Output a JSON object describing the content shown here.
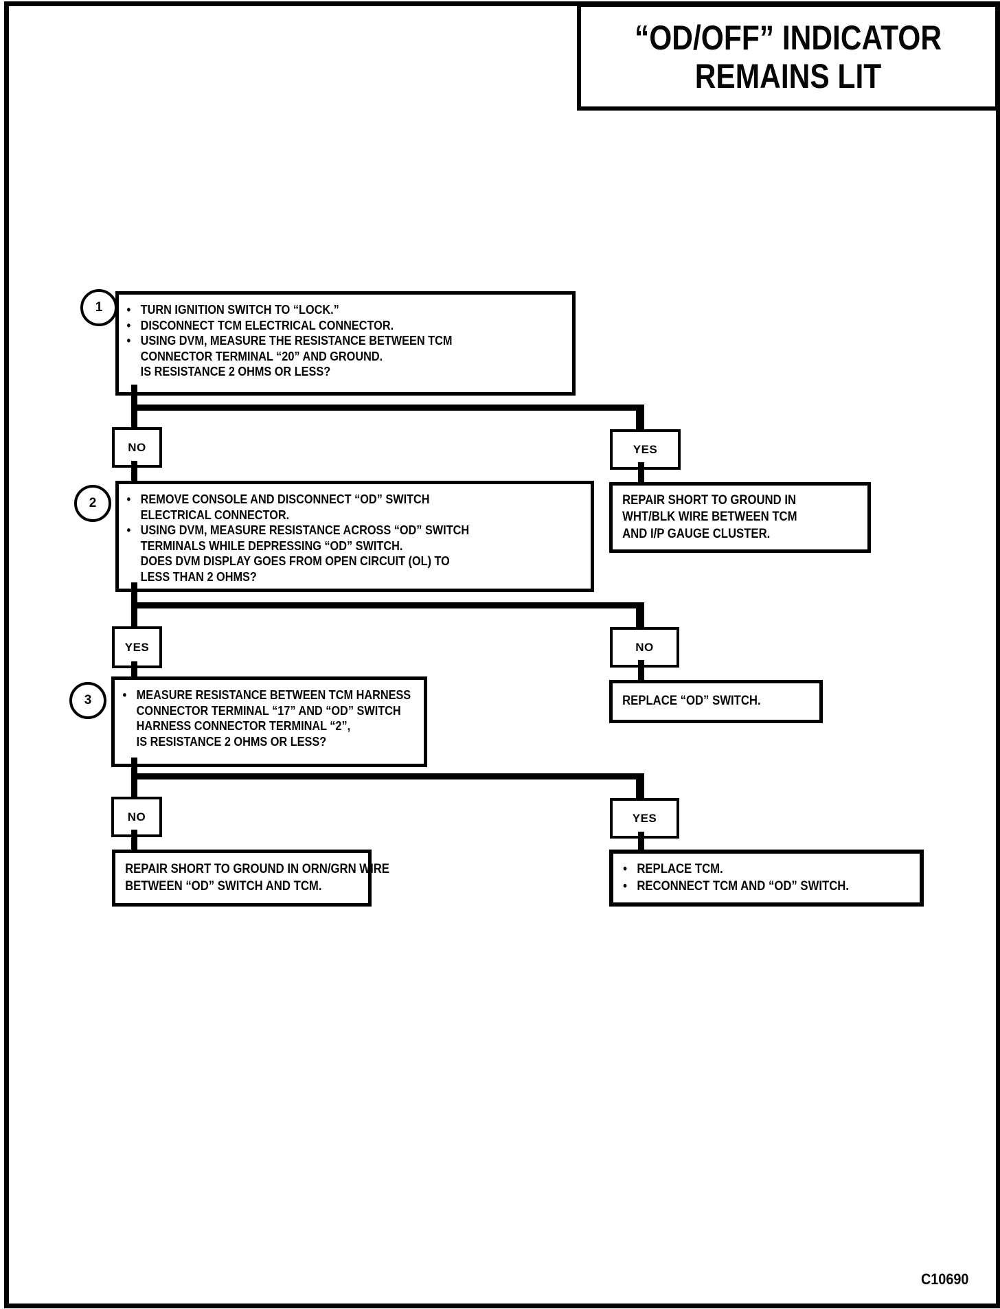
{
  "title": "“OD/OFF” INDICATOR REMAINS LIT",
  "figure_code": "C10690",
  "steps": [
    {
      "number": "1",
      "lines": [
        {
          "marker": "•",
          "text": "TURN IGNITION SWITCH TO “LOCK.”"
        },
        {
          "marker": "•",
          "text": "DISCONNECT TCM ELECTRICAL CONNECTOR."
        },
        {
          "marker": "•",
          "text": "USING DVM, MEASURE THE RESISTANCE BETWEEN TCM"
        },
        {
          "marker": "",
          "text": "CONNECTOR TERMINAL “20” AND GROUND."
        },
        {
          "marker": "",
          "text": "IS RESISTANCE 2 OHMS OR LESS?"
        }
      ]
    },
    {
      "number": "2",
      "lines": [
        {
          "marker": "•",
          "text": "REMOVE CONSOLE AND DISCONNECT “OD” SWITCH"
        },
        {
          "marker": "",
          "text": "ELECTRICAL CONNECTOR."
        },
        {
          "marker": "•",
          "text": "USING DVM, MEASURE RESISTANCE ACROSS “OD” SWITCH"
        },
        {
          "marker": "",
          "text": "TERMINALS WHILE DEPRESSING “OD” SWITCH."
        },
        {
          "marker": "",
          "text": "DOES DVM DISPLAY GOES FROM OPEN CIRCUIT (OL) TO"
        },
        {
          "marker": "",
          "text": "LESS THAN 2 OHMS?"
        }
      ]
    },
    {
      "number": "3",
      "lines": [
        {
          "marker": "•",
          "text": "MEASURE RESISTANCE BETWEEN TCM HARNESS"
        },
        {
          "marker": "",
          "text": "CONNECTOR TERMINAL “17” AND “OD” SWITCH"
        },
        {
          "marker": "",
          "text": "HARNESS CONNECTOR TERMINAL “2”,"
        },
        {
          "marker": "",
          "text": "IS RESISTANCE 2 OHMS OR LESS?"
        }
      ]
    }
  ],
  "branches": {
    "level1_left": "NO",
    "level1_right": "YES",
    "level2_left": "YES",
    "level2_right": "NO",
    "level3_left": "NO",
    "level3_right": "YES"
  },
  "results": {
    "repair_wht_blk": {
      "lines": [
        "REPAIR SHORT TO GROUND IN",
        "WHT/BLK WIRE BETWEEN TCM",
        "AND I/P GAUGE CLUSTER."
      ]
    },
    "replace_od_switch": {
      "lines": [
        "REPLACE “OD” SWITCH."
      ]
    },
    "repair_orn_grn": {
      "lines": [
        "REPAIR SHORT TO GROUND IN ORN/GRN WIRE",
        "BETWEEN “OD” SWITCH AND TCM."
      ]
    },
    "replace_tcm": {
      "lines": [
        {
          "marker": "•",
          "text": "REPLACE TCM."
        },
        {
          "marker": "•",
          "text": "RECONNECT TCM AND “OD” SWITCH."
        }
      ]
    }
  }
}
